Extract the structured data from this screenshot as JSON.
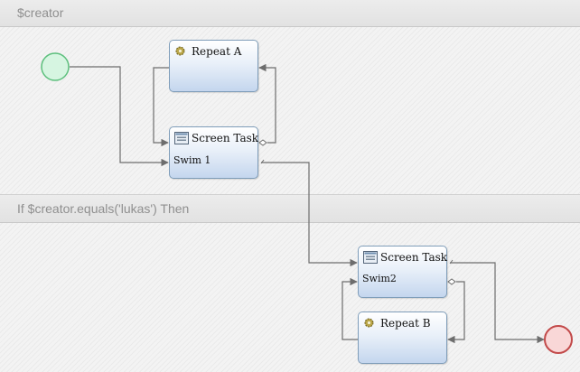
{
  "lanes": {
    "top_label": "$creator",
    "bottom_label": "If $creator.equals('lukas') Then"
  },
  "tasks": {
    "repeat_a": {
      "title": "Repeat A",
      "icon": "gear-icon"
    },
    "screen_task_1": {
      "title": "Screen Task",
      "subtitle": "Swim 1",
      "icon": "screen-form-icon"
    },
    "screen_task_2": {
      "title": "Screen Task",
      "subtitle": "Swim2",
      "icon": "screen-form-icon"
    },
    "repeat_b": {
      "title": "Repeat B",
      "icon": "gear-icon"
    }
  },
  "events": {
    "start": {
      "color": "#5cbf7c",
      "fill": "#d6f5e1"
    },
    "end": {
      "color": "#c24a4a",
      "fill": "#f9d7d7"
    }
  },
  "colors": {
    "connector": "#6d6d6d",
    "task_border": "#7f9db9"
  }
}
